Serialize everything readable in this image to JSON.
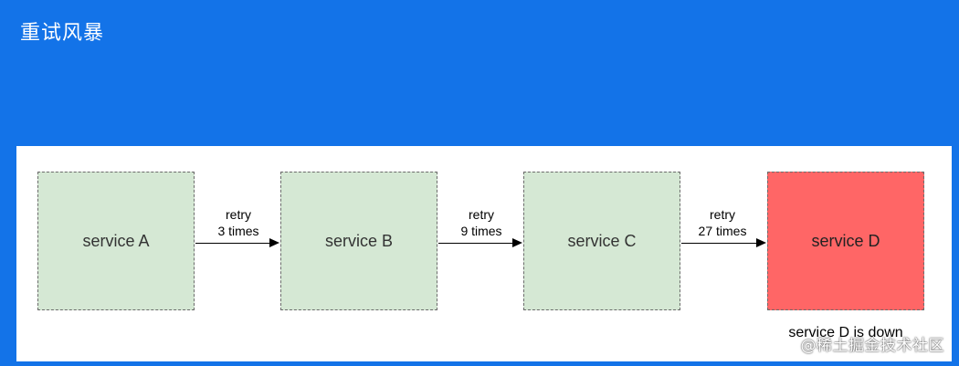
{
  "header": {
    "title": "重试风暴"
  },
  "diagram": {
    "services": [
      {
        "label": "service A",
        "fill": "#D5E8D4"
      },
      {
        "label": "service B",
        "fill": "#D5E8D4"
      },
      {
        "label": "service C",
        "fill": "#D5E8D4"
      },
      {
        "label": "service D",
        "fill": "#FF6666"
      }
    ],
    "edges": [
      {
        "line1": "retry",
        "line2": "3 times"
      },
      {
        "line1": "retry",
        "line2": "9 times"
      },
      {
        "line1": "retry",
        "line2": "27 times"
      }
    ],
    "down_note": "service D is down"
  },
  "watermark": {
    "text": "@稀土掘金技术社区"
  },
  "colors": {
    "header_background": "#1373E8",
    "healthy_service": "#D5E8D4",
    "failed_service": "#FF6666"
  }
}
